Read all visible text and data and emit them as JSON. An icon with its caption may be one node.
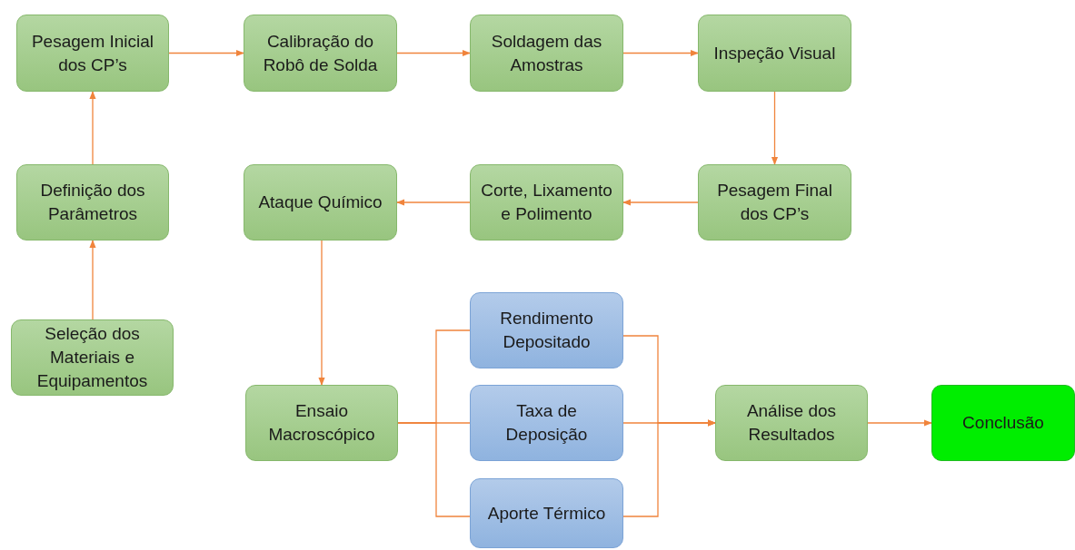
{
  "diagram": {
    "nodes": [
      {
        "text": [
          "Seleção dos Materiais e Equipamentos"
        ]
      },
      {
        "text": [
          "Definição dos Parâmetros"
        ]
      },
      {
        "text": [
          "Pesagem Inicial dos CP’s"
        ]
      },
      {
        "text": [
          "Calibração do Robô de Solda"
        ]
      },
      {
        "text": [
          "Soldagem das Amostras"
        ]
      },
      {
        "text": [
          "Inspeção Visual"
        ]
      },
      {
        "text": [
          "Pesagem Final dos CP’s"
        ]
      },
      {
        "text": [
          "Corte, Lixamento e Polimento"
        ]
      },
      {
        "text": [
          "Ataque Químico"
        ]
      },
      {
        "text": [
          "Ensaio Macroscópico"
        ]
      },
      {
        "text": [
          "Rendimento Depositado"
        ]
      },
      {
        "text": [
          "Taxa de Deposição"
        ]
      },
      {
        "text": [
          "Aporte Térmico"
        ]
      },
      {
        "text": [
          "Análise dos Resultados"
        ]
      },
      {
        "text": [
          "Conclusão"
        ]
      }
    ],
    "edges": [
      {
        "from": 0,
        "to": 1,
        "arrow": "to"
      },
      {
        "from": 1,
        "to": 2,
        "arrow": "to"
      },
      {
        "from": 2,
        "to": 3,
        "arrow": "to"
      },
      {
        "from": 3,
        "to": 4,
        "arrow": "to"
      },
      {
        "from": 4,
        "to": 5,
        "arrow": "to"
      },
      {
        "from": 5,
        "to": 6,
        "arrow": "to"
      },
      {
        "from": 6,
        "to": 7,
        "arrow": "to"
      },
      {
        "from": 7,
        "to": 8,
        "arrow": "to"
      },
      {
        "from": 8,
        "to": 9,
        "arrow": "to"
      },
      {
        "from": 9,
        "to": 10,
        "arrow": "none"
      },
      {
        "from": 9,
        "to": 11,
        "arrow": "none"
      },
      {
        "from": 9,
        "to": 12,
        "arrow": "none"
      },
      {
        "from": 10,
        "to": 13,
        "arrow": "to"
      },
      {
        "from": 11,
        "to": 13,
        "arrow": "to"
      },
      {
        "from": 12,
        "to": 13,
        "arrow": "to"
      },
      {
        "from": 13,
        "to": 14,
        "arrow": "to"
      }
    ]
  }
}
